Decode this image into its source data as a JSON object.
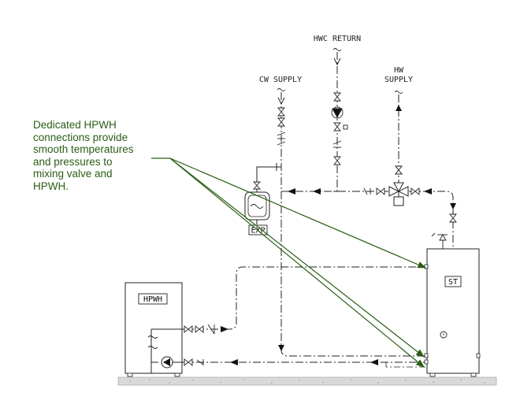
{
  "labels": {
    "hwc_return": "HWC RETURN",
    "cw_supply": "CW SUPPLY",
    "hw_supply_1": "HW",
    "hw_supply_2": "SUPPLY",
    "expansion_tank": "EXP",
    "storage_tank": "ST",
    "heat_pump_water_heater": "HPWH"
  },
  "annotation": {
    "lines": [
      "Dedicated HPWH",
      "connections provide",
      "smooth temperatures",
      "and pressures to",
      "mixing valve and",
      "HPWH."
    ]
  },
  "colors": {
    "pipe": "#222222",
    "annotation": "#2a5d16",
    "floor": "#cfcfcf"
  }
}
